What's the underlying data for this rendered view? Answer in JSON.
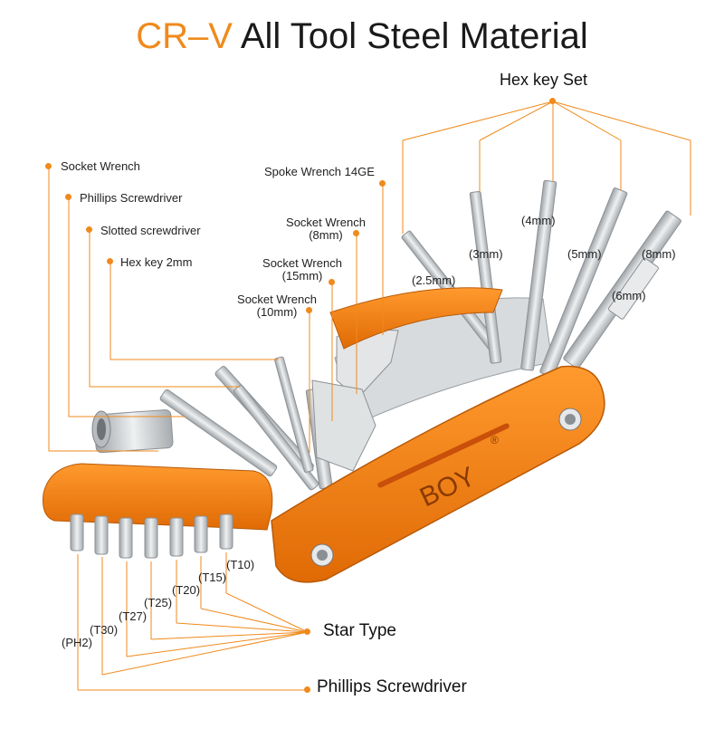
{
  "title": {
    "accent": "CR–V",
    "rest": "All Tool Steel Material"
  },
  "hex_set": {
    "heading": "Hex key Set",
    "sizes": [
      "(2.5mm)",
      "(3mm)",
      "(4mm)",
      "(5mm)",
      "(6mm)",
      "(8mm)"
    ]
  },
  "left_labels": {
    "socket_wrench": "Socket Wrench",
    "phillips": "Phillips Screwdriver",
    "slotted": "Slotted screwdriver",
    "hex2": "Hex key 2mm"
  },
  "middle_labels": {
    "spoke": "Spoke Wrench 14GE",
    "sw8_a": "Socket Wrench",
    "sw8_b": "(8mm)",
    "sw15_a": "Socket Wrench",
    "sw15_b": "(15mm)",
    "sw10_a": "Socket Wrench",
    "sw10_b": "(10mm)"
  },
  "bits": [
    "(PH2)",
    "(T30)",
    "(T27)",
    "(T25)",
    "(T20)",
    "(T15)",
    "(T10)"
  ],
  "bottom_labels": {
    "star": "Star Type",
    "phillips": "Phillips Screwdriver"
  },
  "brand": {
    "name": "BOY",
    "mark": "®"
  },
  "colors": {
    "accent": "#f08a1c",
    "body_orange": "#f07a10",
    "steel": "#cfd2d4",
    "text": "#1a1a1a"
  }
}
